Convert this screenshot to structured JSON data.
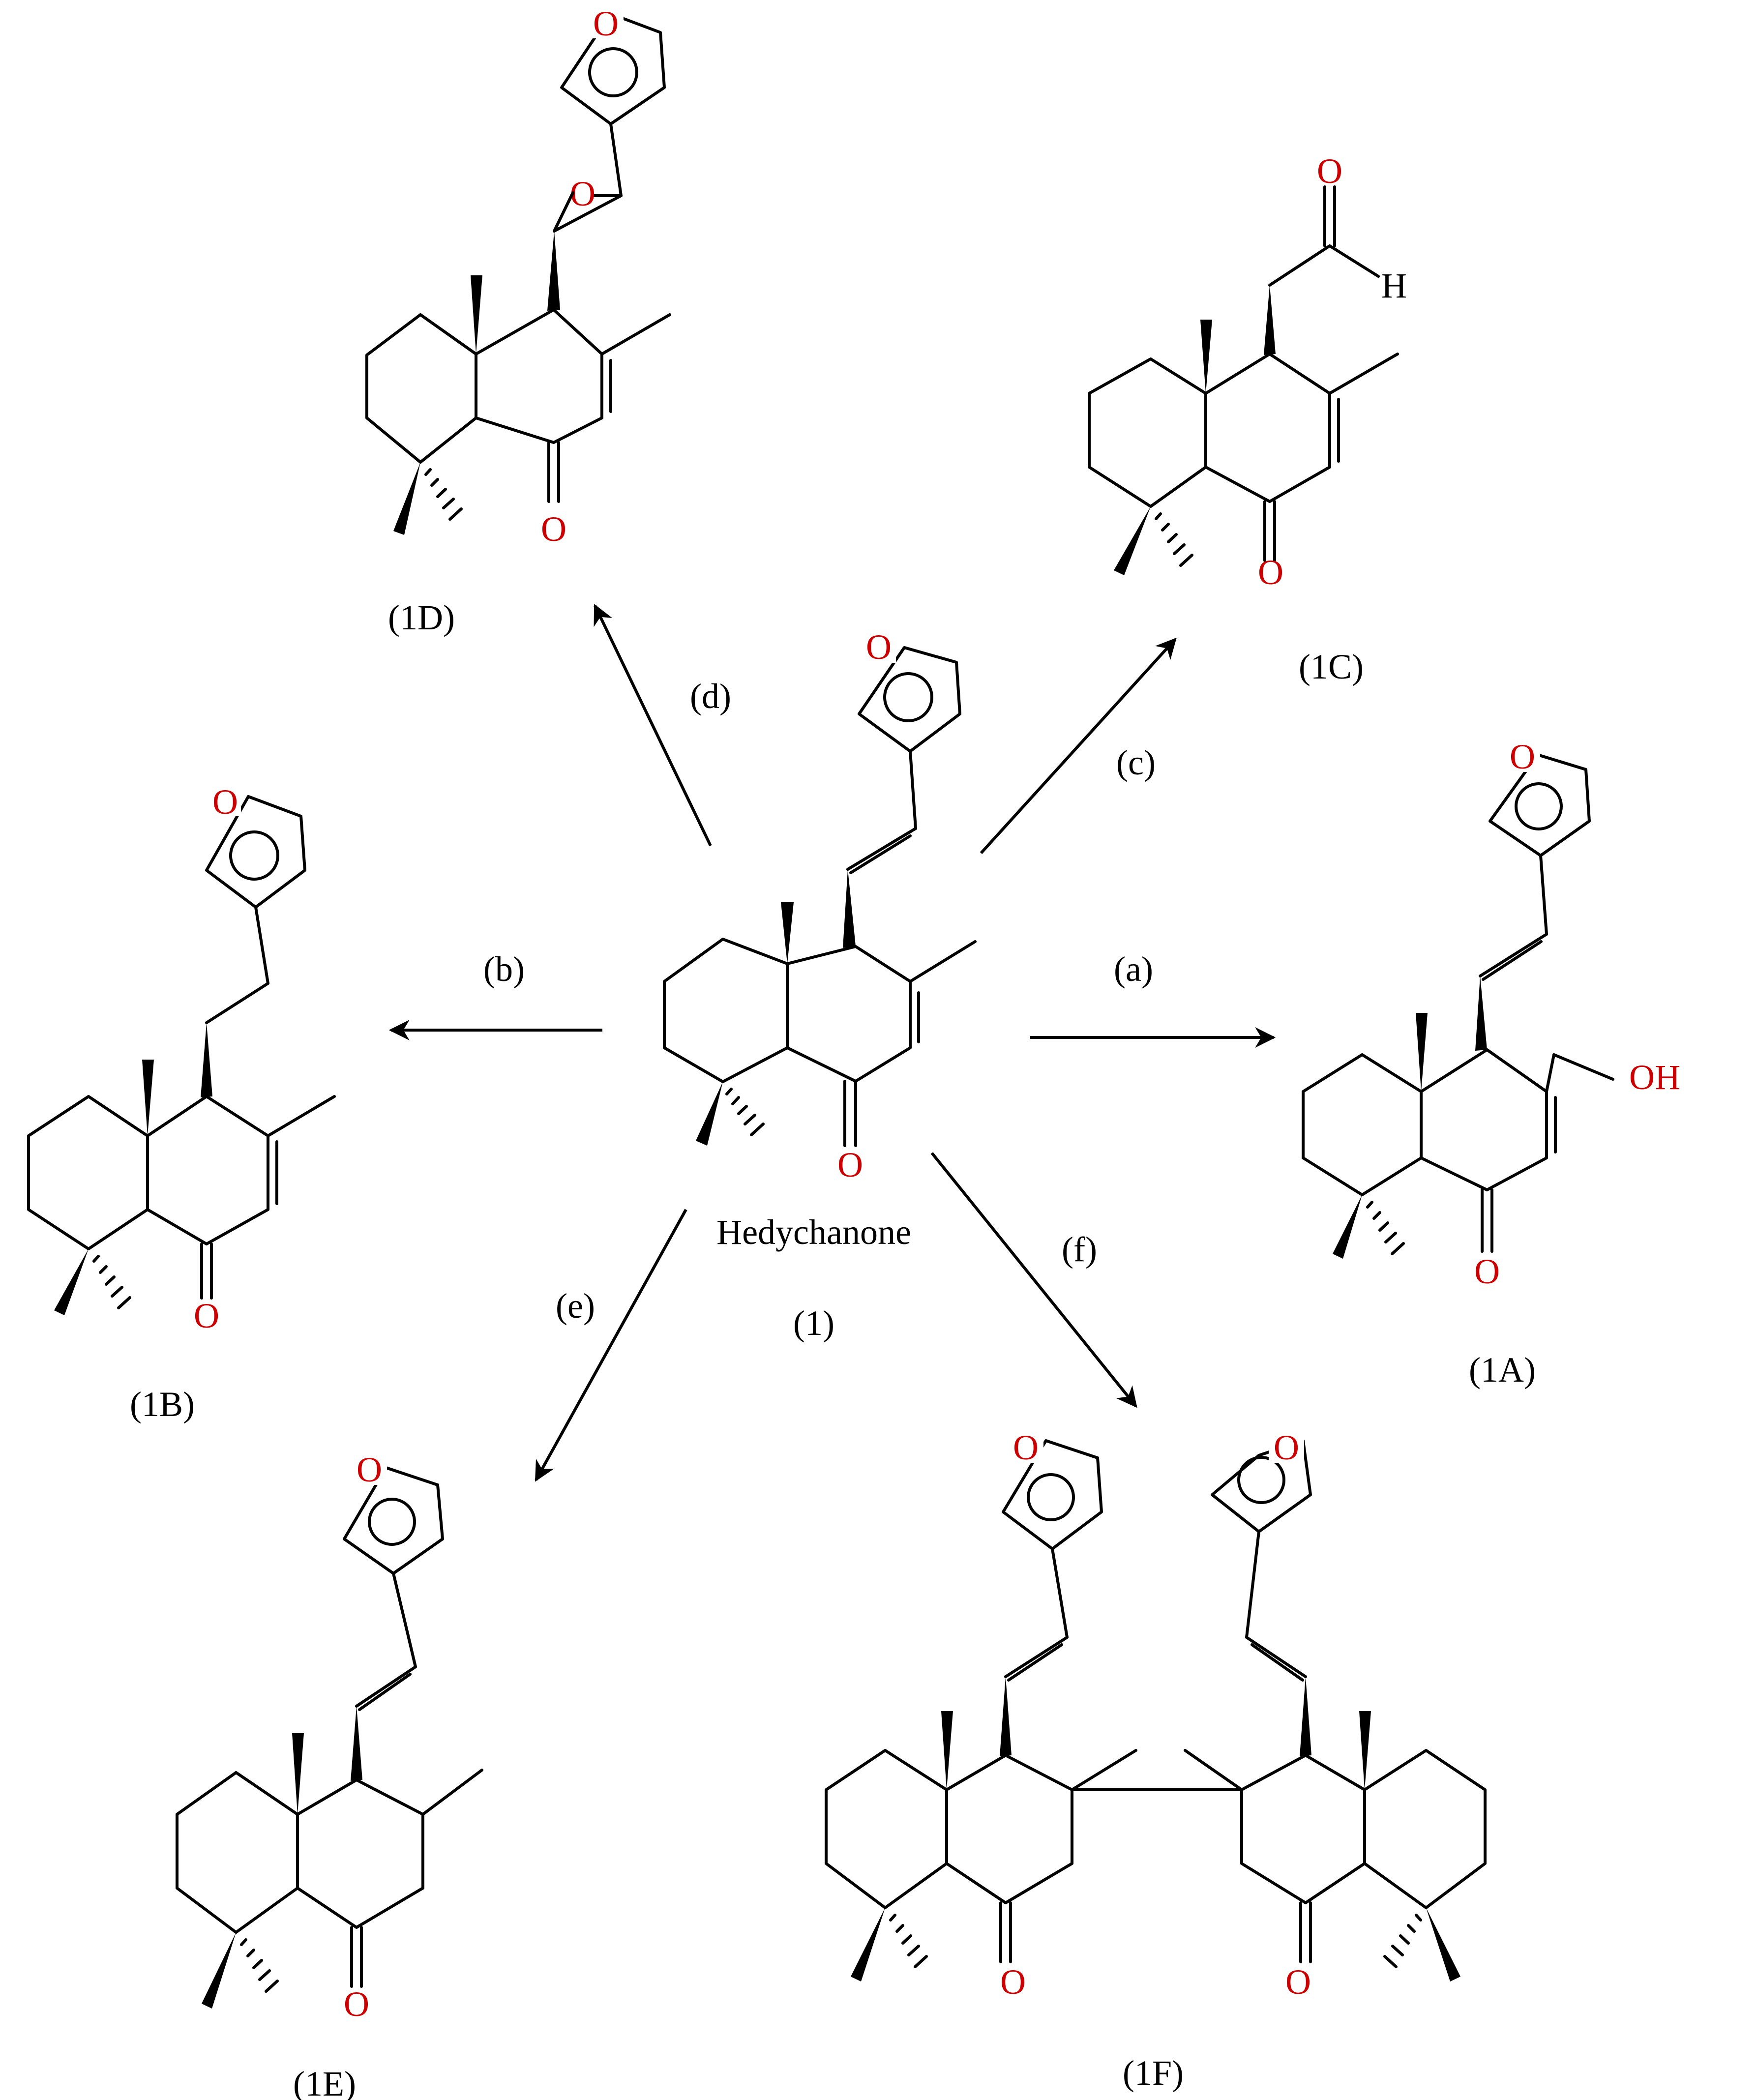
{
  "colors": {
    "bond": "#000000",
    "heteroatom": "#cc0000",
    "text": "#000000"
  },
  "atoms": {
    "oxygen": "O",
    "hydrogen": "H",
    "hydroxyl": "OH"
  },
  "center": {
    "name": "Hedychanone",
    "number": "(1)"
  },
  "compounds": [
    {
      "id": "1D",
      "label": "(1D)"
    },
    {
      "id": "1C",
      "label": "(1C)"
    },
    {
      "id": "1B",
      "label": "(1B)"
    },
    {
      "id": "1A",
      "label": "(1A)"
    },
    {
      "id": "1E",
      "label": "(1E)"
    },
    {
      "id": "1F",
      "label": "(1F)"
    }
  ],
  "reactions": [
    {
      "label": "(d)",
      "to": "1D"
    },
    {
      "label": "(c)",
      "to": "1C"
    },
    {
      "label": "(b)",
      "to": "1B"
    },
    {
      "label": "(a)",
      "to": "1A"
    },
    {
      "label": "(e)",
      "to": "1E"
    },
    {
      "label": "(f)",
      "to": "1F"
    }
  ]
}
